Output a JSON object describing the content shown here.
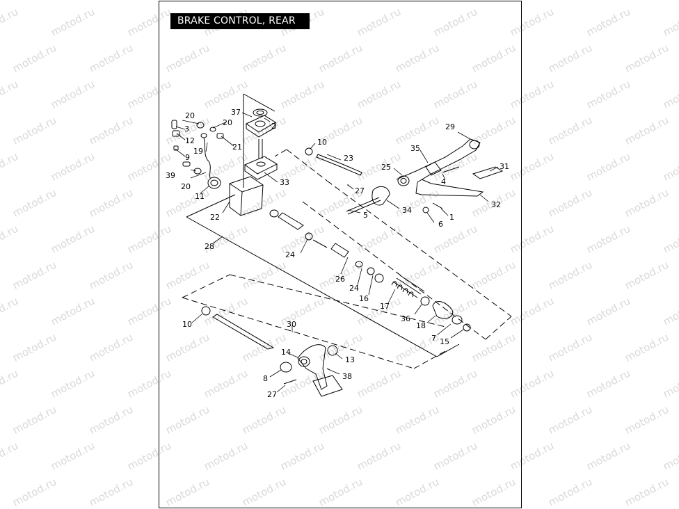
{
  "title": "BRAKE CONTROL, REAR",
  "watermark": "motod.ru",
  "colors": {
    "ink": "#000000",
    "watermark": "#d9d9d9",
    "paper": "#ffffff"
  },
  "callouts": [
    {
      "id": "c1",
      "text": "1"
    },
    {
      "id": "c2",
      "text": "2"
    },
    {
      "id": "c3",
      "text": "3"
    },
    {
      "id": "c4",
      "text": "4"
    },
    {
      "id": "c5",
      "text": "5"
    },
    {
      "id": "c6",
      "text": "6"
    },
    {
      "id": "c7",
      "text": "7"
    },
    {
      "id": "c8",
      "text": "8"
    },
    {
      "id": "c9",
      "text": "9"
    },
    {
      "id": "c10a",
      "text": "10"
    },
    {
      "id": "c10b",
      "text": "10"
    },
    {
      "id": "c11",
      "text": "11"
    },
    {
      "id": "c12",
      "text": "12"
    },
    {
      "id": "c13",
      "text": "13"
    },
    {
      "id": "c14",
      "text": "14"
    },
    {
      "id": "c15",
      "text": "15"
    },
    {
      "id": "c16",
      "text": "16"
    },
    {
      "id": "c17",
      "text": "17"
    },
    {
      "id": "c18",
      "text": "18"
    },
    {
      "id": "c19",
      "text": "19"
    },
    {
      "id": "c20a",
      "text": "20"
    },
    {
      "id": "c20b",
      "text": "20"
    },
    {
      "id": "c20c",
      "text": "20"
    },
    {
      "id": "c21",
      "text": "21"
    },
    {
      "id": "c22",
      "text": "22"
    },
    {
      "id": "c23",
      "text": "23"
    },
    {
      "id": "c24a",
      "text": "24"
    },
    {
      "id": "c24b",
      "text": "24"
    },
    {
      "id": "c25",
      "text": "25"
    },
    {
      "id": "c26",
      "text": "26"
    },
    {
      "id": "c27a",
      "text": "27"
    },
    {
      "id": "c27b",
      "text": "27"
    },
    {
      "id": "c28",
      "text": "28"
    },
    {
      "id": "c29",
      "text": "29"
    },
    {
      "id": "c30",
      "text": "30"
    },
    {
      "id": "c31",
      "text": "31"
    },
    {
      "id": "c32",
      "text": "32"
    },
    {
      "id": "c33",
      "text": "33"
    },
    {
      "id": "c34",
      "text": "34"
    },
    {
      "id": "c35",
      "text": "35"
    },
    {
      "id": "c36",
      "text": "36"
    },
    {
      "id": "c37",
      "text": "37"
    },
    {
      "id": "c38",
      "text": "38"
    },
    {
      "id": "c39",
      "text": "39"
    }
  ]
}
